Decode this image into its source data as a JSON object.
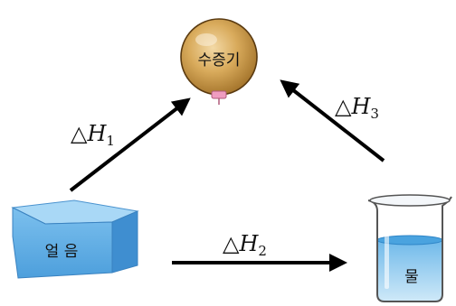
{
  "nodes": {
    "vapor": {
      "label": "수증기"
    },
    "ice": {
      "label": "얼 음"
    },
    "water": {
      "label": "물"
    }
  },
  "arrows": {
    "h1": {
      "symbol": "△",
      "variable": "H",
      "subscript": "1"
    },
    "h2": {
      "symbol": "△",
      "variable": "H",
      "subscript": "2"
    },
    "h3": {
      "symbol": "△",
      "variable": "H",
      "subscript": "3"
    }
  }
}
